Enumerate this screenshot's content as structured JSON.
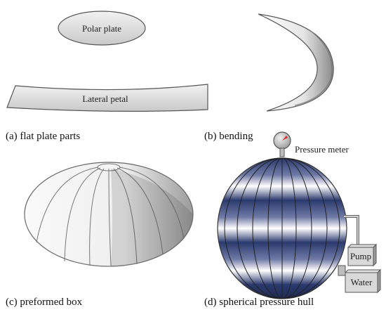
{
  "panels": {
    "a": {
      "caption": "(a) flat plate parts",
      "polar_plate_label": "Polar plate",
      "lateral_petal_label": "Lateral petal"
    },
    "b": {
      "caption": "(b) bending"
    },
    "c": {
      "caption": "(c) preformed box"
    },
    "d": {
      "caption": "(d) spherical pressure hull",
      "pressure_meter_label": "Pressure meter",
      "pump_label": "Pump",
      "water_label": "Water"
    }
  },
  "colors": {
    "hull_band": "#2b3a6e",
    "meter_needle": "#d32f2f",
    "outline": "#555555"
  }
}
